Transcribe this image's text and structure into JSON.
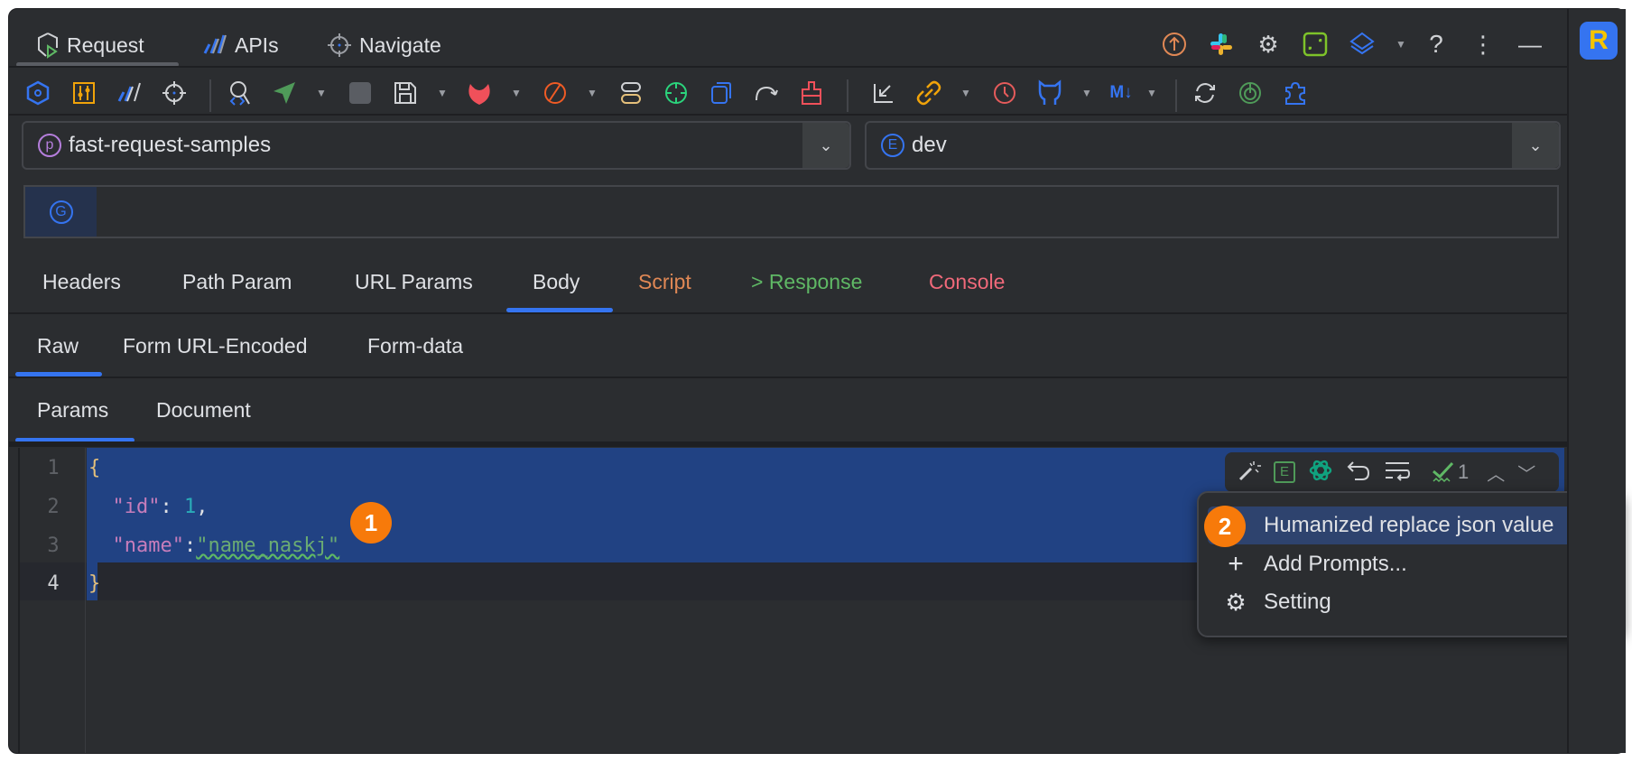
{
  "top_tabs": [
    {
      "label": "Request",
      "icon": "request-icon"
    },
    {
      "label": "APIs",
      "icon": "apis-icon"
    },
    {
      "label": "Navigate",
      "icon": "navigate-icon"
    }
  ],
  "right_logo": "R",
  "project_selector": {
    "badge": "p",
    "value": "fast-request-samples"
  },
  "env_selector": {
    "badge": "E",
    "value": "dev"
  },
  "url_bar": {
    "method_badge": "G",
    "value": ""
  },
  "main_tabs": [
    {
      "label": "Headers",
      "color": "#dfe1e5"
    },
    {
      "label": "Path Param",
      "color": "#dfe1e5"
    },
    {
      "label": "URL Params",
      "color": "#dfe1e5"
    },
    {
      "label": "Body",
      "color": "#dfe1e5",
      "active": true
    },
    {
      "label": "Script",
      "color": "#e08855"
    },
    {
      "label": "> Response",
      "color": "#5fb865"
    },
    {
      "label": "Console",
      "color": "#f0697a"
    }
  ],
  "body_tabs": [
    "Raw",
    "Form URL-Encoded",
    "Form-data"
  ],
  "raw_tabs": [
    "Params",
    "Document"
  ],
  "editor": {
    "line_numbers": [
      "1",
      "2",
      "3",
      "4"
    ],
    "lines": [
      [
        {
          "t": "{",
          "c": "#e5c07b"
        }
      ],
      [
        {
          "t": "  \"id\"",
          "c": "#c77dbb"
        },
        {
          "t": ": ",
          "c": "#dfe1e5"
        },
        {
          "t": "1",
          "c": "#2aacb8"
        },
        {
          "t": ",",
          "c": "#dfe1e5"
        }
      ],
      [
        {
          "t": "  \"name\"",
          "c": "#c77dbb"
        },
        {
          "t": ":",
          "c": "#dfe1e5"
        },
        {
          "t": "\"name_naskj\"",
          "c": "#6aab73"
        }
      ],
      [
        {
          "t": "}",
          "c": "#e5c07b"
        }
      ]
    ],
    "inspection_count": "1"
  },
  "step_badges": [
    "1",
    "2"
  ],
  "popup_menu": {
    "items": [
      {
        "label": "Humanized replace json value",
        "icon": "",
        "selected": true
      },
      {
        "label": "Add Prompts...",
        "icon": "plus-icon"
      },
      {
        "label": "Setting",
        "icon": "gear-icon"
      }
    ]
  }
}
